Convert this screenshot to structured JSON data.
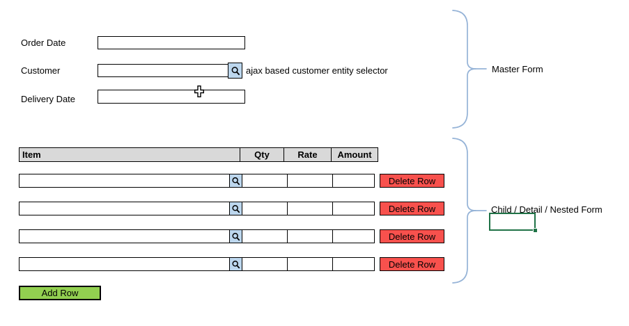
{
  "master_form": {
    "annotation": "Master Form",
    "fields": [
      {
        "label": "Order Date",
        "value": "",
        "type": "text"
      },
      {
        "label": "Customer",
        "value": "",
        "type": "lookup",
        "helper_text": "ajax based customer entity selector"
      },
      {
        "label": "Delivery Date",
        "value": "",
        "type": "text"
      }
    ]
  },
  "detail_form": {
    "annotation": "Child / Detail / Nested Form",
    "table": {
      "columns": [
        "Item",
        "Qty",
        "Rate",
        "Amount"
      ],
      "row_count": 4,
      "rows": [
        {
          "item": "",
          "qty": "",
          "rate": "",
          "amount": ""
        },
        {
          "item": "",
          "qty": "",
          "rate": "",
          "amount": ""
        },
        {
          "item": "",
          "qty": "",
          "rate": "",
          "amount": ""
        },
        {
          "item": "",
          "qty": "",
          "rate": "",
          "amount": ""
        }
      ],
      "delete_button_label": "Delete Row"
    },
    "add_button_label": "Add Row"
  },
  "icons": {
    "lookup": "magnifier-icon",
    "pointer": "excel-plus-cursor"
  },
  "colors": {
    "background": "#FFFFFF",
    "header_fill": "#D9D9D9",
    "delete_button": "#F8514D",
    "add_button": "#92D050",
    "lookup_button": "#BDD7EE",
    "brace": "#95B3D7",
    "selected_cell_border": "#1F7246",
    "border": "#000000"
  }
}
